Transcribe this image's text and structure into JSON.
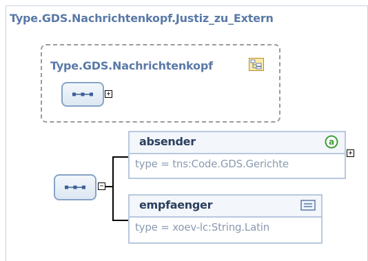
{
  "outer": {
    "title": "Type.GDS.Nachrichtenkopf.Justiz_zu_Extern"
  },
  "base_type": {
    "title": "Type.GDS.Nachrichtenkopf",
    "type_icon": "complex-type-icon",
    "expander": "+"
  },
  "sequence": {
    "icon": "sequence-icon",
    "expander": "−"
  },
  "elements": [
    {
      "name": "absender",
      "type_text": "type = tns:Code.GDS.Gerichte",
      "icon": "attribute-icon",
      "icon_glyph": "a",
      "expander": "+"
    },
    {
      "name": "empfaenger",
      "type_text": "type = xoev-lc:String.Latin",
      "icon": "simple-content-icon"
    }
  ],
  "colors": {
    "title": "#5a79a8",
    "element_border": "#b8c8de",
    "attribute_icon": "#3f9d3a",
    "pill_border": "#86a3c6"
  }
}
